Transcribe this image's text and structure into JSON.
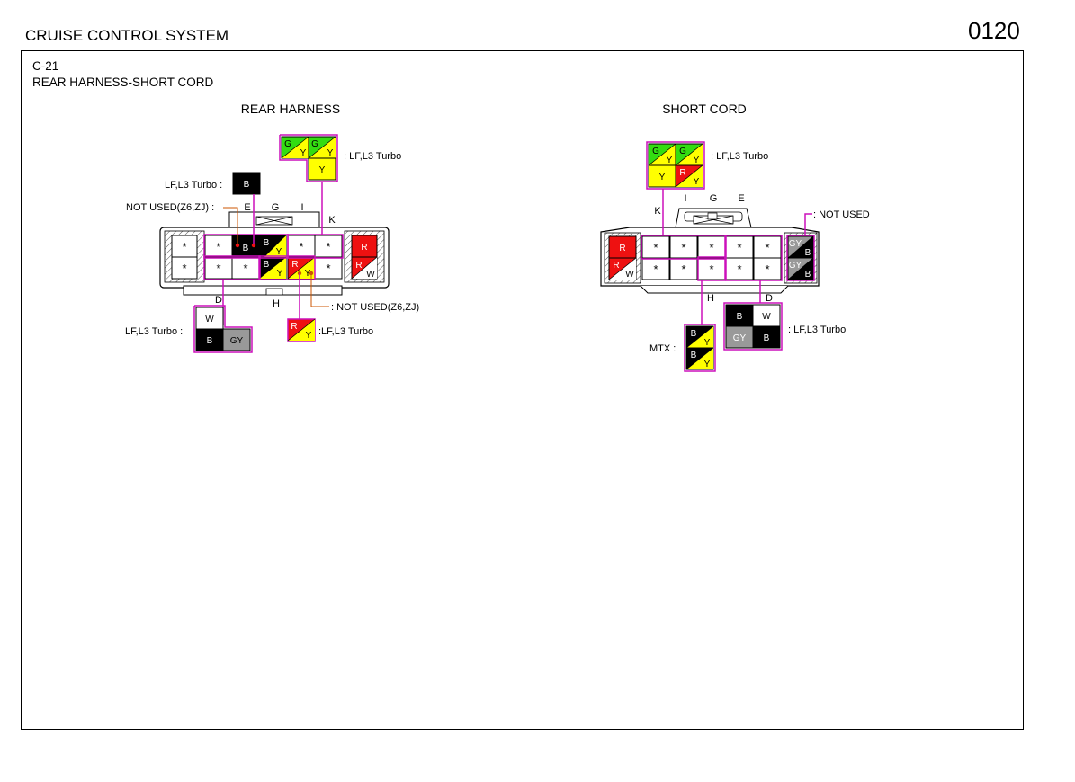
{
  "header": {
    "title": "CRUISE CONTROL SYSTEM",
    "page_number": "0120"
  },
  "connector": {
    "code": "C-21",
    "name": "REAR HARNESS-SHORT CORD"
  },
  "colors": {
    "G": "#33dd11",
    "Y": "#ffff00",
    "R": "#ee1111",
    "B": "#000000",
    "W": "#ffffff",
    "GY": "#999999",
    "wire": "#cc11bb",
    "leader": "#cc5500"
  },
  "rear": {
    "title": "REAR HARNESS",
    "cavity_star": "*",
    "lf_turbo_label": ": LF,L3 Turbo",
    "lf_turbo_label_b": "LF,L3 Turbo :",
    "not_used_left": "NOT USED(Z6,ZJ) :",
    "not_used_right": ": NOT USED(Z6,ZJ)",
    "lf_turbo_label_small": ":LF,L3 Turbo",
    "lf_turbo_label_d": "LF,L3 Turbo :",
    "letters": {
      "E": "E",
      "G": "G",
      "I": "I",
      "K": "K",
      "D": "D",
      "H": "H"
    },
    "pins": {
      "black_b": "B",
      "by_top_b": "B",
      "by_top_y": "Y",
      "by_bot_b": "B",
      "by_bot_y": "Y",
      "ry_r": "R",
      "ry_y": "Y",
      "rr_r": "R",
      "rw_r": "R",
      "rw_w": "W"
    },
    "boxK": {
      "c1a": "G",
      "c1b": "Y",
      "c2a": "G",
      "c2b": "Y",
      "c3": "Y"
    },
    "boxE": {
      "c1": "B"
    },
    "boxD": {
      "top": "W",
      "bl": "B",
      "br": "GY"
    },
    "boxRY": {
      "a": "R",
      "b": "Y"
    }
  },
  "short": {
    "title": "SHORT CORD",
    "cavity_star": "*",
    "lf_turbo_label": ": LF,L3 Turbo",
    "not_used": ": NOT USED",
    "mtx_label": "MTX :",
    "lf_turbo_label_d": ": LF,L3 Turbo",
    "letters": {
      "I": "I",
      "G": "G",
      "E": "E",
      "K": "K",
      "H": "H",
      "D": "D"
    },
    "pins": {
      "r": "R",
      "rw_r": "R",
      "rw_w": "W",
      "gyb1_gy": "GY",
      "gyb1_b": "B",
      "gyb2_gy": "GY",
      "gyb2_b": "B"
    },
    "boxK": {
      "c1a": "G",
      "c1b": "Y",
      "c2a": "G",
      "c2b": "Y",
      "c3": "Y",
      "c4a": "R",
      "c4b": "Y"
    },
    "boxH": {
      "a1": "B",
      "a2": "Y",
      "b1": "B",
      "b2": "Y"
    },
    "boxD": {
      "tl": "B",
      "tr": "W",
      "bl": "GY",
      "br": "B"
    }
  }
}
